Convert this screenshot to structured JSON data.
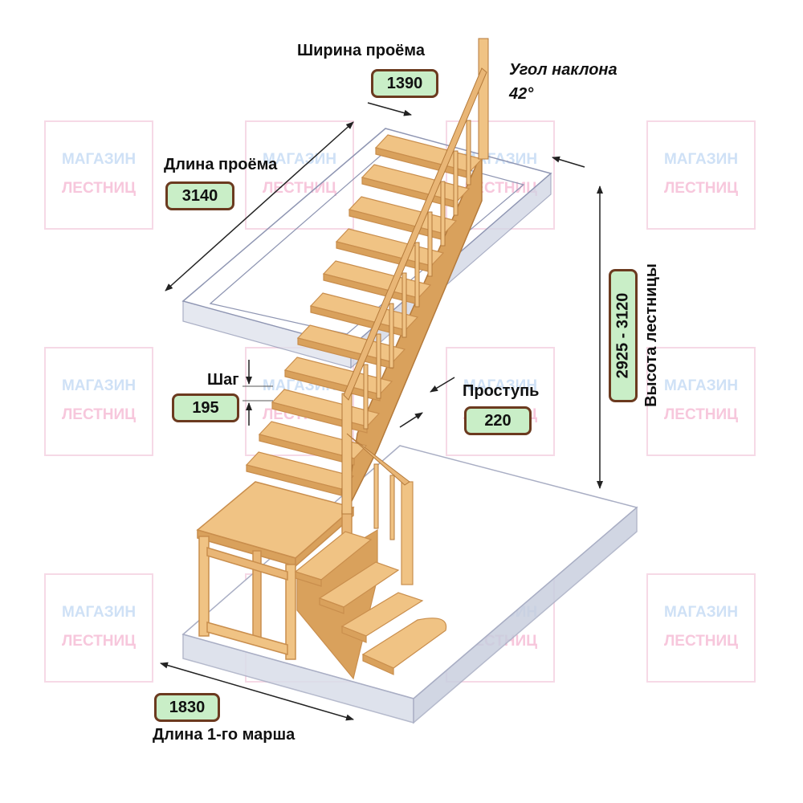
{
  "watermark": {
    "line1": "МАГАЗИН",
    "line2": "ЛЕСТНИЦ"
  },
  "opening_width": {
    "label": "Ширина проёма",
    "value": "1390"
  },
  "incline": {
    "label_line1": "Угол наклона",
    "label_line2": "42°"
  },
  "opening_length": {
    "label": "Длина проёма",
    "value": "3140"
  },
  "step_height": {
    "label": "Шаг",
    "value": "195"
  },
  "tread": {
    "label": "Проступь",
    "value": "220"
  },
  "stair_height": {
    "label": "Высота лестницы",
    "value": "2925 - 3120"
  },
  "first_flight_length": {
    "label": "Длина 1-го марша",
    "value": "1830"
  },
  "colors": {
    "wood": "#f0c384",
    "wood_dark": "#d9a15c",
    "wood_edge": "#c98e4d",
    "slab": "#d6dbe8",
    "label_fill": "#c9eec7",
    "label_border": "#6b3a1f"
  }
}
